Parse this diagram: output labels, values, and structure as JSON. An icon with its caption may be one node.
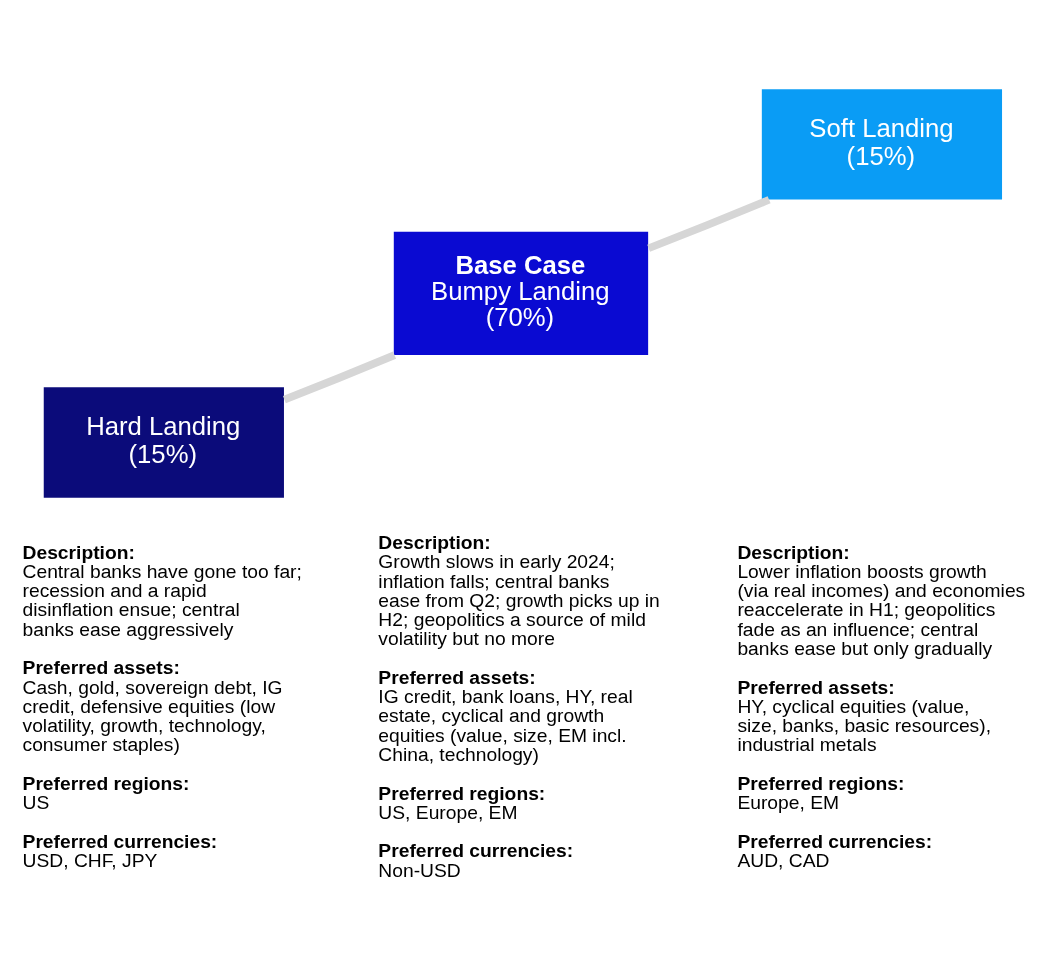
{
  "diagram": {
    "nodes": [
      {
        "text": [
          "Hard Landing (15%)"
        ],
        "beside": [
          "Description:",
          "Central banks have gone too far; recession and a rapid disinflation ensue; central banks ease aggressively",
          "Preferred assets:",
          "Cash, gold, sovereign debt, IG credit, defensive equities (low volatility, growth, technology, consumer staples)",
          "Preferred regions:",
          "US",
          "Preferred currencies:",
          "USD, CHF, JPY"
        ]
      },
      {
        "text": [
          "Base Case",
          "Bumpy Landing (70%)"
        ],
        "beside": [
          "Description:",
          "Growth slows in early 2024; inflation falls; central banks ease from Q2; growth picks up in H2; geopolitics a source of mild volatility but no more",
          "Preferred assets:",
          "IG credit, bank loans, HY, real estate, cyclical and growth equities (value, size, EM incl. China, technology)",
          "Preferred regions:",
          "US, Europe, EM",
          "Preferred currencies:",
          "Non-USD"
        ]
      },
      {
        "text": [
          "Soft Landing (15%)"
        ],
        "beside": [
          "Description:",
          "Lower inflation boosts growth (via real incomes) and economies reaccelerate in H1; geopolitics fade as an influence; central banks ease but only gradually",
          "Preferred assets:",
          "HY, cyclical equities (value, size, banks, basic resources), industrial metals",
          "Preferred regions:",
          "Europe, EM",
          "Preferred currencies:",
          "AUD, CAD"
        ]
      }
    ],
    "edges": [
      {
        "from": 1,
        "to": 0,
        "arrow": "none"
      },
      {
        "from": 1,
        "to": 2,
        "arrow": "none"
      }
    ]
  }
}
